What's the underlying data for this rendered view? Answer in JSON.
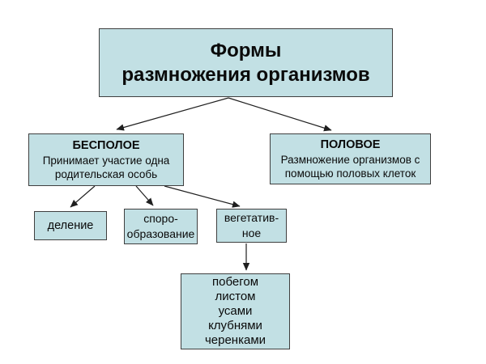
{
  "diagram": {
    "colors": {
      "box_fill": "#c2e0e4",
      "box_border": "#3f3f3f",
      "arrow": "#1f1f1f",
      "background": "#ffffff",
      "text": "#0a0a0a"
    },
    "title": {
      "lines": [
        "Формы",
        "размножения организмов"
      ]
    },
    "nodes": {
      "asexual": {
        "heading": "БЕСПОЛОЕ",
        "lines": [
          "Принимает участие одна",
          "родительская особь"
        ]
      },
      "sexual": {
        "heading": "ПОЛОВОЕ",
        "lines": [
          "Размножение организмов с",
          "помощью половых клеток"
        ]
      },
      "division": {
        "label": "деление"
      },
      "sporulation": {
        "lines": [
          "споро-",
          "образование"
        ]
      },
      "vegetative": {
        "lines": [
          "вегетатив-",
          "ное"
        ]
      },
      "vegetative_methods": {
        "lines": [
          "побегом",
          "листом",
          "усами",
          "клубнями",
          "черенками"
        ]
      }
    }
  }
}
